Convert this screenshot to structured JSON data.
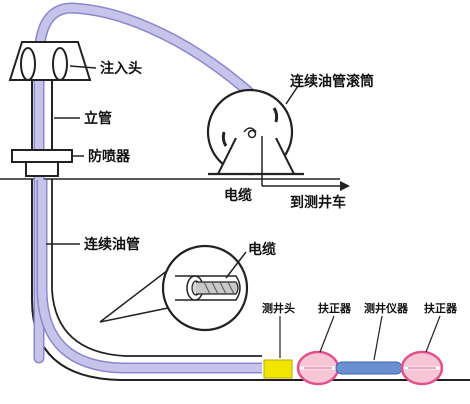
{
  "labels": {
    "injector_head": "注入头",
    "riser": "立管",
    "bop": "防喷器",
    "coiled_tubing": "连续油管",
    "reel": "连续油管滚筒",
    "cable_reel": "电缆",
    "to_logging_truck": "到测井车",
    "cable_inset": "电缆",
    "logging_head": "测井头",
    "centralizer_1": "扶正器",
    "logging_tool": "测井仪器",
    "centralizer_2": "扶正器"
  },
  "colors": {
    "tubing": "#c7c3ea",
    "tubing_edge": "#8e87c9",
    "logging_head": "#f2e600",
    "centralizer": "#e0528a",
    "centralizer_fill": "#f7c6d6",
    "tool": "#6a8fd1"
  }
}
